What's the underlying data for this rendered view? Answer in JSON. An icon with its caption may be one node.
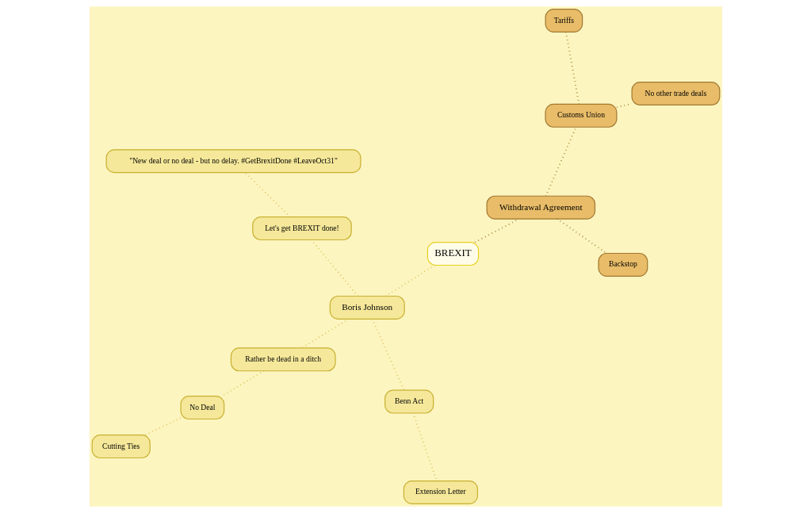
{
  "diagram": {
    "nodes": [
      {
        "text": [
          "BREXIT"
        ]
      },
      {
        "text": [
          "Boris Johnson"
        ]
      },
      {
        "text": [
          "Let's get BREXIT done!"
        ]
      },
      {
        "text": [
          "\"New deal or no deal - but no delay. #GetBrexitDone #LeaveOct31\""
        ]
      },
      {
        "text": [
          "Rather be dead in a ditch"
        ]
      },
      {
        "text": [
          "No Deal"
        ]
      },
      {
        "text": [
          "Cutting Ties"
        ]
      },
      {
        "text": [
          "Benn Act"
        ]
      },
      {
        "text": [
          "Extension Letter"
        ]
      },
      {
        "text": [
          "Withdrawal Agreement"
        ]
      },
      {
        "text": [
          "Customs Union"
        ]
      },
      {
        "text": [
          "Tariffs"
        ]
      },
      {
        "text": [
          "No other trade deals"
        ]
      },
      {
        "text": [
          "Backstop"
        ]
      }
    ],
    "edges": [
      {
        "from": 0,
        "to": 1,
        "arrow": "none"
      },
      {
        "from": 1,
        "to": 2,
        "arrow": "none"
      },
      {
        "from": 2,
        "to": 3,
        "arrow": "none"
      },
      {
        "from": 1,
        "to": 4,
        "arrow": "none"
      },
      {
        "from": 4,
        "to": 5,
        "arrow": "none"
      },
      {
        "from": 5,
        "to": 6,
        "arrow": "none"
      },
      {
        "from": 1,
        "to": 7,
        "arrow": "none"
      },
      {
        "from": 7,
        "to": 8,
        "arrow": "none"
      },
      {
        "from": 0,
        "to": 9,
        "arrow": "none",
        "color": "#a08030"
      },
      {
        "from": 9,
        "to": 10,
        "arrow": "none",
        "color": "#a08030"
      },
      {
        "from": 10,
        "to": 11,
        "arrow": "none",
        "color": "#a08030"
      },
      {
        "from": 10,
        "to": 12,
        "arrow": "none",
        "color": "#a08030"
      },
      {
        "from": 9,
        "to": 13,
        "arrow": "none",
        "color": "#a08030"
      }
    ]
  }
}
